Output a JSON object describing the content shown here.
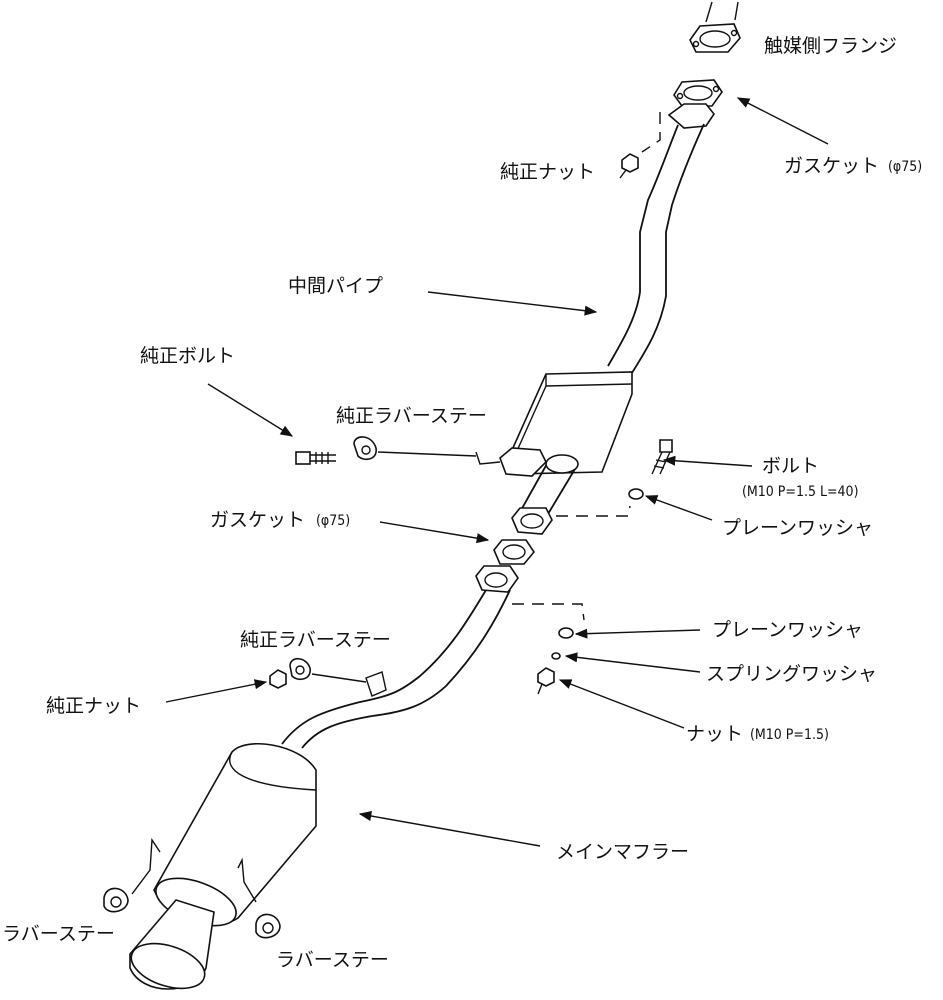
{
  "labels": {
    "catalyst_flange": "触媒側フランジ",
    "gasket_top": "ガスケット",
    "gasket_top_size": "(φ75)",
    "oem_nut_top": "純正ナット",
    "middle_pipe": "中間パイプ",
    "oem_bolt": "純正ボルト",
    "oem_rubber_stay_upper": "純正ラバーステー",
    "bolt": "ボルト",
    "bolt_spec": "(M10 P=1.5 L=40)",
    "plain_washer_upper": "プレーンワッシャ",
    "gasket_mid": "ガスケット",
    "gasket_mid_size": "(φ75)",
    "oem_rubber_stay_lower": "純正ラバーステー",
    "plain_washer_lower": "プレーンワッシャ",
    "spring_washer": "スプリングワッシャ",
    "oem_nut_lower": "純正ナット",
    "nut": "ナット",
    "nut_spec": "(M10 P=1.5)",
    "main_muffler": "メインマフラー",
    "rubber_stay_left": "ラバーステー",
    "rubber_stay_right": "ラバーステー"
  },
  "colors": {
    "line": "#111111",
    "background": "#ffffff"
  }
}
